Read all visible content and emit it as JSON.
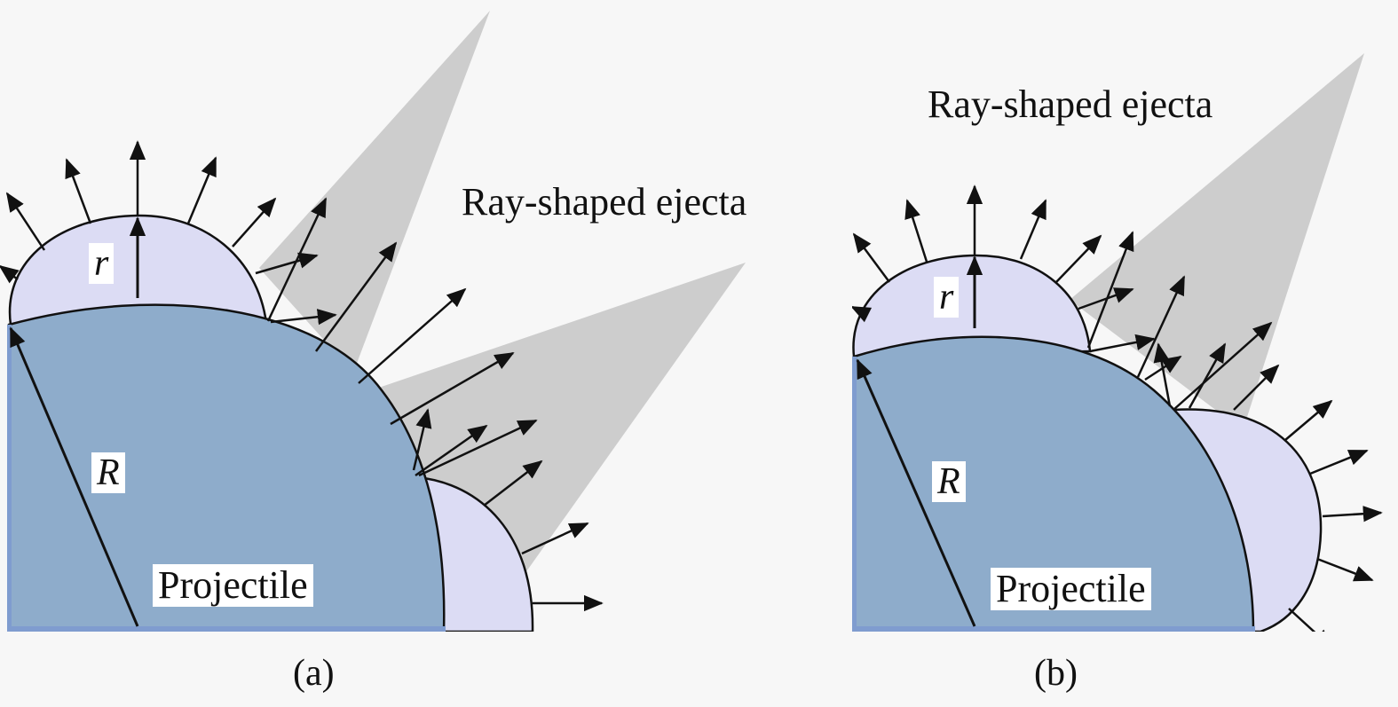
{
  "panels": [
    {
      "caption": "(a)",
      "ejecta_label": "Ray-shaped ejecta",
      "projectile_label": "Projectile",
      "big_radius_label": "R",
      "small_radius_label": "r"
    },
    {
      "caption": "(b)",
      "ejecta_label": "Ray-shaped ejecta",
      "projectile_label": "Projectile",
      "big_radius_label": "R",
      "small_radius_label": "r"
    }
  ],
  "colors": {
    "projectile": "#8eaccb",
    "bump": "#dcdcf4",
    "ray": "#cdcdcd",
    "outline": "#111111",
    "background": "#f7f7f7"
  }
}
